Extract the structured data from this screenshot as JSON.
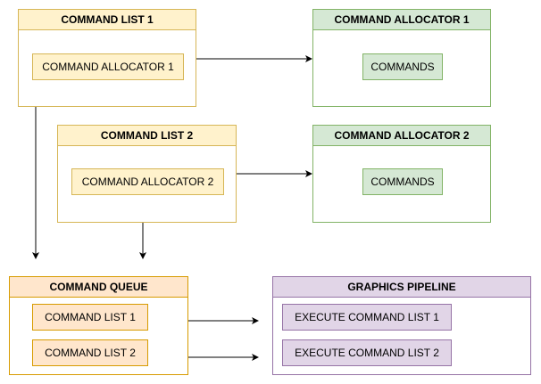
{
  "command_list_1": {
    "title": "COMMAND LIST 1",
    "item": "COMMAND ALLOCATOR 1"
  },
  "command_allocator_1": {
    "title": "COMMAND ALLOCATOR 1",
    "item": "COMMANDS"
  },
  "command_list_2": {
    "title": "COMMAND LIST 2",
    "item": "COMMAND ALLOCATOR 2"
  },
  "command_allocator_2": {
    "title": "COMMAND ALLOCATOR 2",
    "item": "COMMANDS"
  },
  "command_queue": {
    "title": "COMMAND QUEUE",
    "items": [
      "COMMAND LIST 1",
      "COMMAND LIST 2"
    ]
  },
  "graphics_pipeline": {
    "title": "GRAPHICS PIPELINE",
    "items": [
      "EXECUTE COMMAND LIST 1",
      "EXECUTE COMMAND LIST 2"
    ]
  },
  "colors": {
    "yellow_fill": "#fff2cc",
    "yellow_stroke": "#d6b656",
    "green_fill": "#d5e8d4",
    "green_stroke": "#82b366",
    "orange_fill": "#ffe6cc",
    "orange_stroke": "#d79b00",
    "purple_fill": "#e1d5e7",
    "purple_stroke": "#9673a6",
    "arrow": "#000000"
  }
}
